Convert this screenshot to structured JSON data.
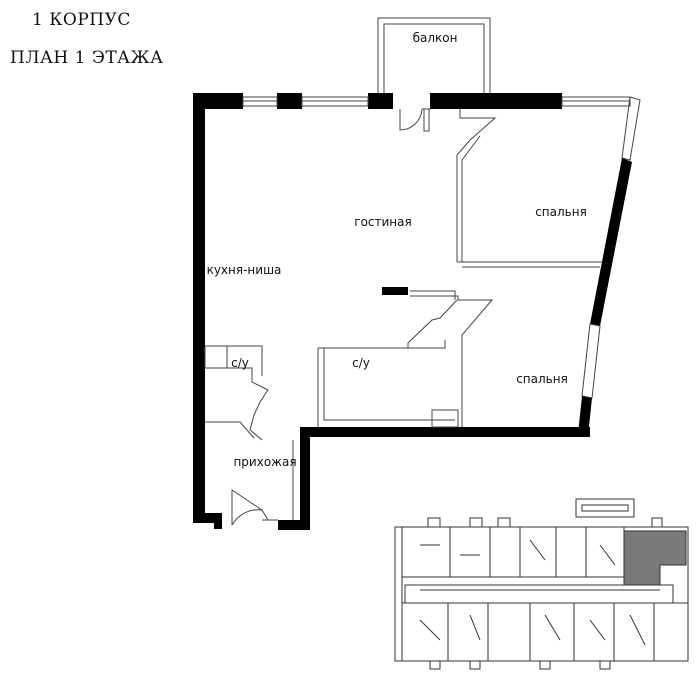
{
  "header": {
    "building": "1 КОРПУС",
    "floor_plan": "ПЛАН 1 ЭТАЖА"
  },
  "rooms": {
    "balcony": "балкон",
    "living": "гостиная",
    "bedroom_top": "спальня",
    "bedroom_bottom": "спальня",
    "kitchen": "кухня-ниша",
    "bath_left": "с/у",
    "bath_center": "с/у",
    "hallway": "прихожая"
  },
  "colors": {
    "wall": "#000000",
    "line": "#444444",
    "highlight": "#7a7a7a"
  }
}
